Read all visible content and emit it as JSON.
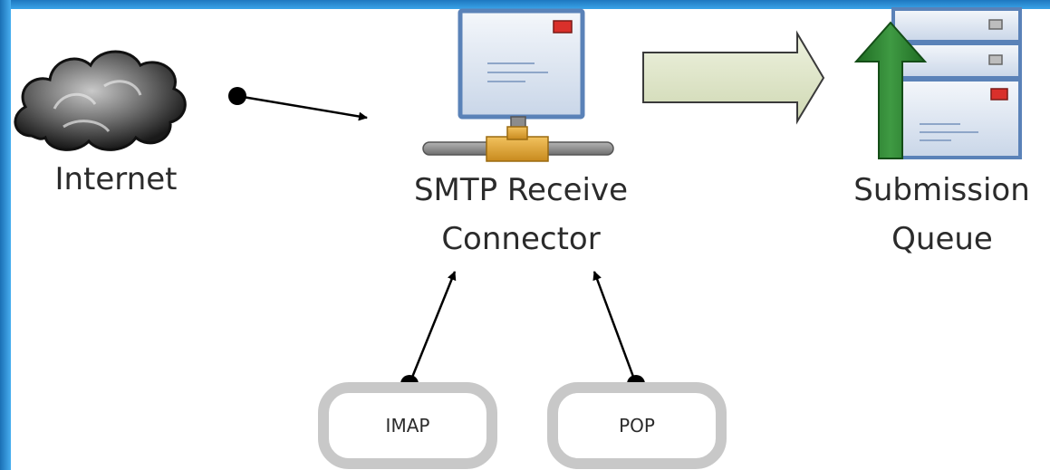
{
  "nodes": {
    "internet": {
      "label": "Internet"
    },
    "smtp_receive_connector": {
      "line1": "SMTP Receive",
      "line2": "Connector"
    },
    "submission_queue": {
      "line1": "Submission",
      "line2": "Queue"
    },
    "imap": {
      "label": "IMAP"
    },
    "pop": {
      "label": "POP"
    }
  },
  "colors": {
    "background_frame": "#2a8fd6",
    "canvas": "#ffffff",
    "cloud": "#555555",
    "server_blue": "#5a82b8",
    "screen_fill": "#e8eef7",
    "red_tag": "#d9302b",
    "connector_orange": "#e2a12e",
    "pipe_gray": "#8a8a8a",
    "big_arrow_fill": "#dfe6c9",
    "queue_green": "#2d7d32",
    "protocol_box_stroke": "#c8c8c8"
  },
  "icons": [
    "cloud-icon",
    "smtp-server-icon",
    "submission-queue-icon"
  ]
}
